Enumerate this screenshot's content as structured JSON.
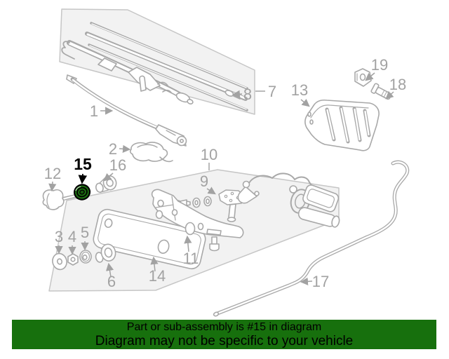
{
  "diagram": {
    "description_type": "exploded-parts-diagram",
    "callouts": [
      "1",
      "2",
      "3",
      "4",
      "5",
      "6",
      "7",
      "8",
      "9",
      "10",
      "11",
      "12",
      "13",
      "14",
      "15",
      "16",
      "17",
      "18",
      "19"
    ],
    "highlighted_callout": "15"
  },
  "banner": {
    "line1": "Part or sub-assembly is #15 in diagram",
    "line2": "Diagram may not be specific to your vehicle"
  },
  "colors": {
    "banner_bg": "#17700d",
    "banner_text": "#000000",
    "highlight_part_fill": "#1c6e10",
    "highlight_outline": "#000000",
    "line_art": "#a8a8a8",
    "label_gray": "#a2a2a2",
    "group_box_fill": "#f2f2f2"
  }
}
